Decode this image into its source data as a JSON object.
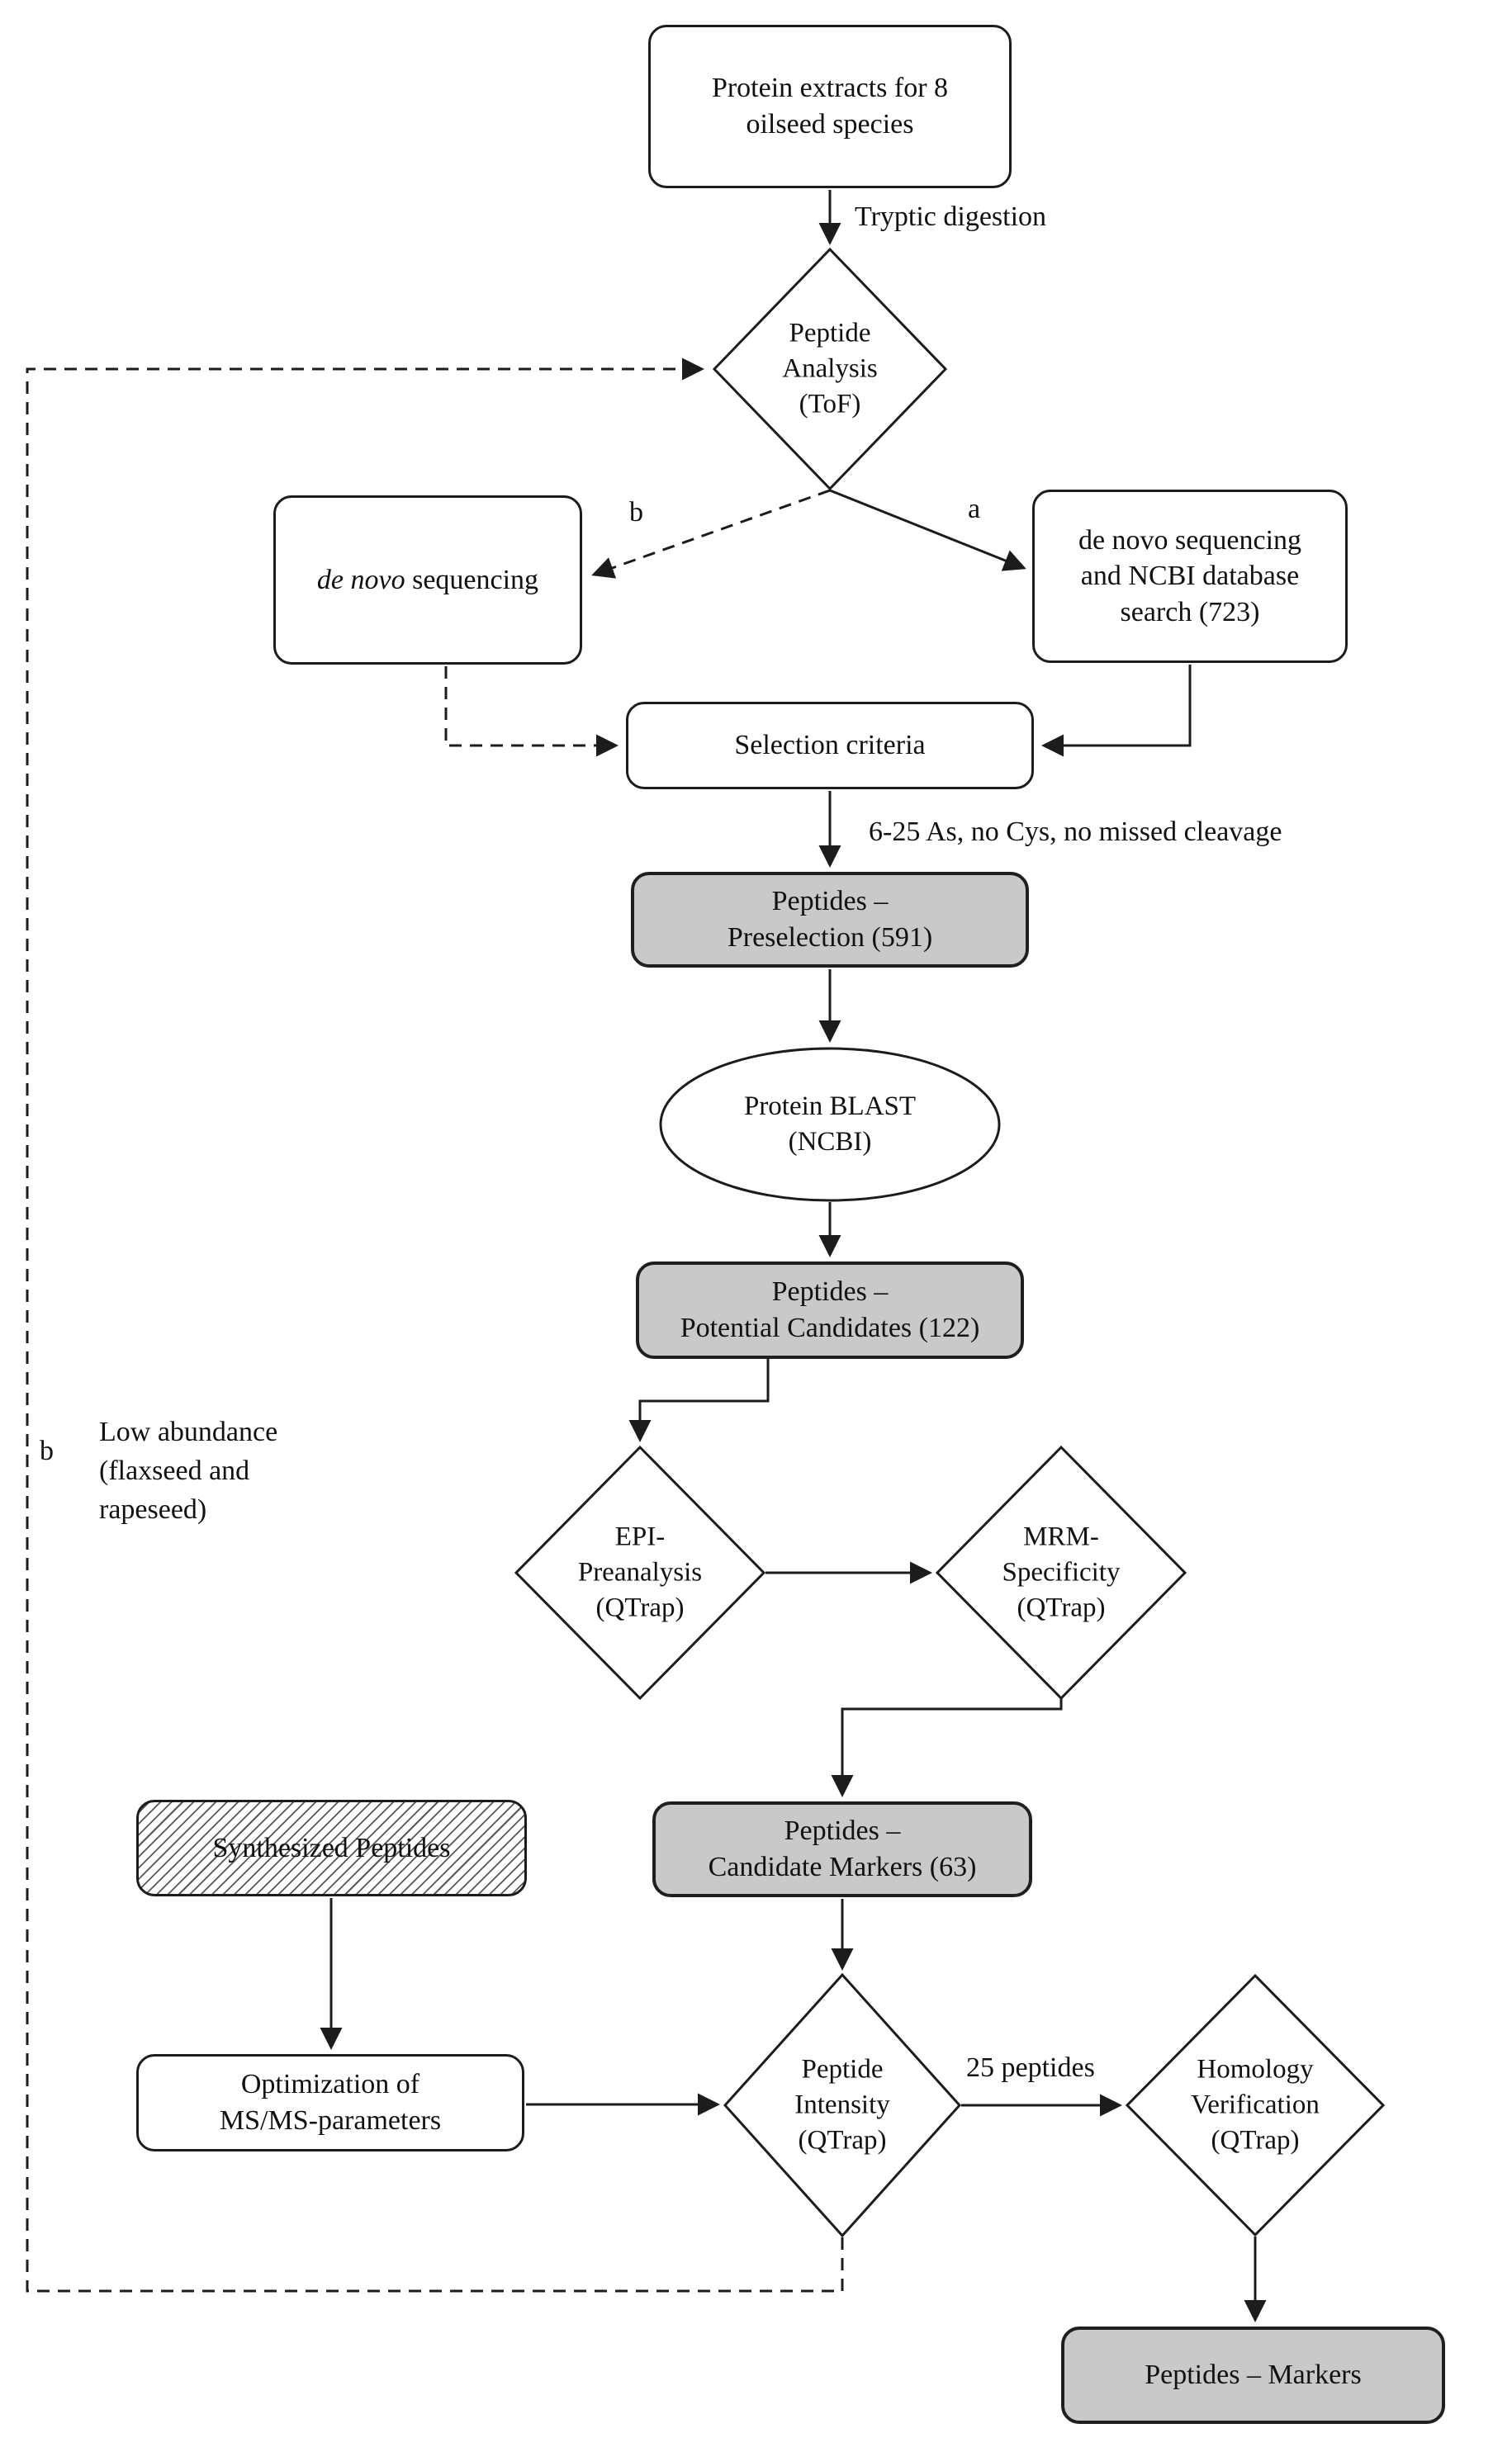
{
  "figure": {
    "title": "Peptide marker development workflow for 8 oilseed species",
    "colors": {
      "line": "#1c1c1c",
      "box_border": "#1c1c1c",
      "gray_fill": "#c9c9c9",
      "white_fill": "#ffffff",
      "text": "#111111"
    },
    "nodes": {
      "protein_extracts": {
        "shape": "rounded-rect",
        "fill": "white",
        "label": "Protein extracts for 8\noilseed species"
      },
      "peptide_analysis": {
        "shape": "diamond",
        "fill": "white",
        "label": "Peptide\nAnalysis\n(ToF)"
      },
      "de_novo_sequencing": {
        "shape": "rounded-rect",
        "fill": "white",
        "label_italic": "de novo",
        "label_rest": " sequencing"
      },
      "de_novo_ncbi": {
        "shape": "rounded-rect",
        "fill": "white",
        "label": "de novo sequencing\nand NCBI database\nsearch (723)"
      },
      "selection_criteria": {
        "shape": "rounded-rect",
        "fill": "white",
        "label": "Selection criteria"
      },
      "peptides_preselection": {
        "shape": "rounded-rect",
        "fill": "gray",
        "label": "Peptides –\nPreselection (591)"
      },
      "protein_blast": {
        "shape": "ellipse",
        "fill": "white",
        "label": "Protein BLAST\n(NCBI)"
      },
      "peptides_potential_candidates": {
        "shape": "rounded-rect",
        "fill": "gray",
        "label": "Peptides –\nPotential Candidates (122)"
      },
      "epi_preanalysis": {
        "shape": "diamond",
        "fill": "white",
        "label": "EPI-\nPreanalysis\n(QTrap)"
      },
      "mrm_specificity": {
        "shape": "diamond",
        "fill": "white",
        "label": "MRM-\nSpecificity\n(QTrap)"
      },
      "synthesized_peptides": {
        "shape": "rounded-rect",
        "fill": "hatched",
        "label": "Synthesized Peptides"
      },
      "peptides_candidate_markers": {
        "shape": "rounded-rect",
        "fill": "gray",
        "label": "Peptides –\nCandidate Markers (63)"
      },
      "optimization_msms": {
        "shape": "rounded-rect",
        "fill": "white",
        "label": "Optimization of\nMS/MS-parameters"
      },
      "peptide_intensity": {
        "shape": "diamond",
        "fill": "white",
        "label": "Peptide\nIntensity\n(QTrap)"
      },
      "homology_verification": {
        "shape": "diamond",
        "fill": "white",
        "label": "Homology\nVerification\n(QTrap)"
      },
      "peptides_markers": {
        "shape": "rounded-rect",
        "fill": "gray",
        "label": "Peptides – Markers"
      }
    },
    "edge_labels": {
      "tryptic_digestion": "Tryptic digestion",
      "branch_a": "a",
      "branch_b": "b",
      "selection_criteria_note": "6-25 As, no Cys, no missed cleavage",
      "peptides_25": "25 peptides",
      "loop_b": "b",
      "low_abundance": "Low abundance\n(flaxseed and\nrapeseed)"
    }
  }
}
